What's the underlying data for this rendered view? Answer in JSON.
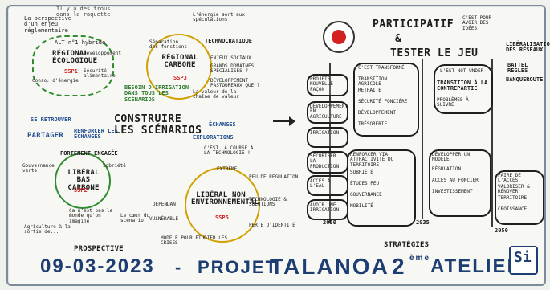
{
  "left_panel": {
    "top_bubbles": {
      "top_left_quote": "Il y a des trous dans la raquette",
      "left_note": "La perspective d'un enjeu réglementaire",
      "regional_ssp": "ALT n°1 hybride",
      "regional_title": "RÉGIONAL ÉCOLOGIQUE",
      "regional_code": "SSP1",
      "regional_bullets": [
        "Conso. d'énergie",
        "Développement",
        "Sécurité alimentaire"
      ],
      "center_title": "RÉGIONAL CARBONE",
      "center_code": "SSP3",
      "center_left_note": "Séparation des fonctions",
      "center_right_note": "TECHNOCRATIQUE",
      "center_topics": [
        "ENJEUX SOCIAUX",
        "GRANDS DOMAINES SPÉCIALISÉS ?",
        "DÉVELOPPEMENT PASTOUREAUX QUE ?"
      ],
      "center_bottom_note": "La valeur de la chaîne de valeur",
      "besoin": "BESOIN D'IRRIGATION DANS TOUS LES SCÉNARIOS",
      "top_quote": "L'énergie sert aux spéculations"
    },
    "middle_labels": {
      "se_retrouver": "SE RETROUVER",
      "partager": "PARTAGER",
      "renforcer": "RENFORCER LES ÉCHANGES",
      "construire": "CONSTRUIRE LES SCÉNARIOS",
      "echanges": "ÉCHANGES",
      "explorations": "EXPLORATIONS",
      "techno_quote": "C'EST LA COURSE À LA TECHNOLOGIE !"
    },
    "bottom_bubbles": {
      "liberal_title": "LIBÉRAL BAS CARBONE",
      "liberal_code": "SSP2",
      "liberal_side": "FORTEMENT ENGAGÉE",
      "liberal_note1": "Gouvernance verte",
      "liberal_note2": "Sobriété",
      "liberal_note3": "Ça n'est pas le monde qu'on imagine",
      "liberal_note4": "Agriculture à la sortie de...",
      "non_env_title": "LIBÉRAL NON ENVIRONNEMENTAL",
      "non_env_code": "SSP5",
      "non_env_notes": [
        "EXTRÊME",
        "PEU DE RÉGULATION",
        "TECHNOLOGIE & SOLUTIONS",
        "DÉPENDANT",
        "VULNÉRABLE",
        "PERTE D'IDENTITÉ"
      ],
      "small_quote": "Le cœur du scénario",
      "footer_quote": "MODÈLE POUR ÉTUDIER LES CRISES"
    },
    "prospective_label": "PROSPECTIVE"
  },
  "right_panel": {
    "header_title_1": "PARTICIPATIF",
    "header_title_2": "&",
    "header_title_3": "TESTER LE JEU",
    "top_right_note": "C'EST POUR AVOIR DES IDÉES",
    "top_right_col": [
      "LIBÉRALISATION DES RÉSEAUX",
      "BATTEL RÈGLES",
      "BANQUEROUTE"
    ],
    "left_column_nodes": [
      "PROJETS NOUVELLE FAÇON",
      "DÉVELOPPEMENT EN AGRICULTURE",
      "IRRIGATION",
      "SÉCURISER LA PRODUCTION",
      "ACCÈS À L'EAU",
      "AVOIR UNE IRRIGATION"
    ],
    "middle_column_nodes": [
      "C'EST TRANSFORMÉ",
      "TRANSITION AGRICOLE",
      "RETRAITE",
      "SÉCURITÉ FONCIÈRE",
      "DÉVELOPPEMENT",
      "TRÉSORERIE"
    ],
    "right_column_nodes": [
      "L'EST NOT UNDER",
      "TRANSITION À LA CONTREPARTIE",
      "PROBLÈMES À SUIVRE"
    ],
    "bottom_column_notes": [
      "RENFORCER VIA ATTRACTIVITÉ DU TERRITOIRE",
      "SOBRIÉTÉ",
      "ÉTUDES PEU",
      "GOUVERNANCE",
      "MOBILITÉ"
    ],
    "bottom_right_notes": [
      "DÉVELOPPER UN MODÈLE",
      "RÉGULATION",
      "ACCÈS AU FONCIER",
      "INVESTISSEMENT",
      "FAIRE DE L'ACCÈS",
      "VALORISER & RÉNOVER",
      "TERRITOIRE",
      "CROISSANCE"
    ],
    "dates": [
      "2050",
      "2035",
      "2050"
    ],
    "strategies": "STRATÉGIES"
  },
  "footer": {
    "date": "09-03-2023",
    "dash": "-",
    "title_left": "PROJET",
    "title_main": "TALANOA",
    "title_right_num": "2",
    "title_right_sup": "ème",
    "title_right": "ATELIER"
  },
  "logo": "Si"
}
